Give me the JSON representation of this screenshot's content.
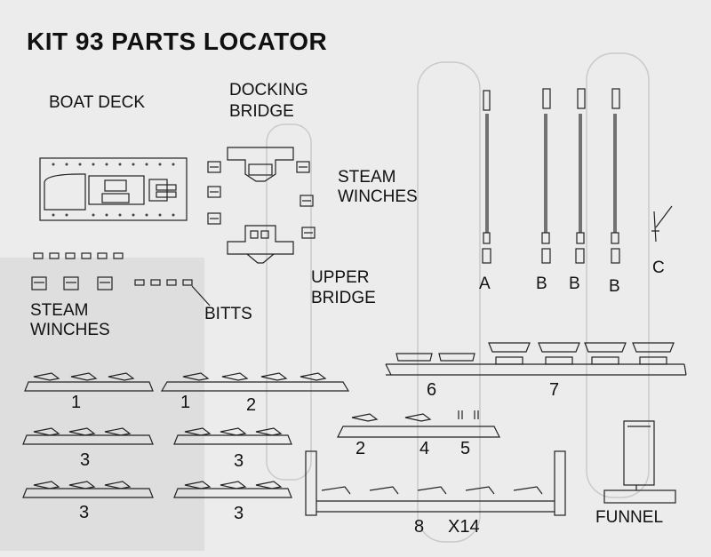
{
  "title": "KIT 93  PARTS  LOCATOR",
  "sections": {
    "boat_deck": "BOAT  DECK",
    "docking_bridge_l1": "DOCKING",
    "docking_bridge_l2": "BRIDGE",
    "steam_winches_upper_l1": "STEAM",
    "steam_winches_upper_l2": "WINCHES",
    "upper_bridge_l1": "UPPER",
    "upper_bridge_l2": "BRIDGE",
    "steam_winches_lower_l1": "STEAM",
    "steam_winches_lower_l2": "WINCHES",
    "bitts": "BITTS",
    "funnel": "FUNNEL"
  },
  "mast_labels": [
    "A",
    "B",
    "B",
    "B",
    "C"
  ],
  "sprue_numbers": {
    "s1a": "1",
    "s1b": "1",
    "s2a": "2",
    "s2b": "2",
    "s3a": "3",
    "s3b": "3",
    "s3c": "3",
    "s3d": "3",
    "s4": "4",
    "s5": "5",
    "s6": "6",
    "s7": "7",
    "s8": "8",
    "s8_qty": "X14"
  }
}
